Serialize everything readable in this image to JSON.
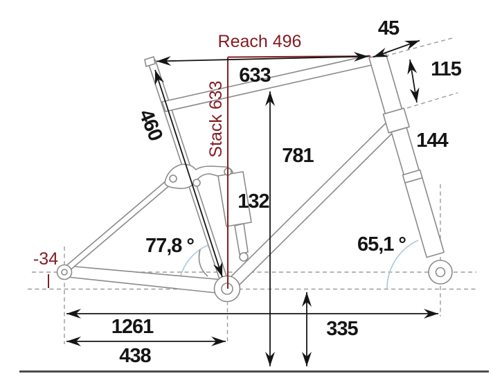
{
  "diagram": {
    "type": "bike-frame-geometry-drawing",
    "colors": {
      "accent_red": "#841d22",
      "dimension_black": "#151515",
      "frame_gray": "#8a8a8a",
      "dash_gray": "#9b9b9b",
      "angle_arc_blue": "#afcada",
      "ground_gray": "#4c4c4c"
    },
    "labels": {
      "reach": "Reach 496",
      "stack": "Stack 633",
      "top_tube": "633",
      "seat_tube": "460",
      "head_spacer": "45",
      "head_tube": "115",
      "fork": "144",
      "standover": "781",
      "shock": "132",
      "seat_angle": "77,8 °",
      "head_angle": "65,1 °",
      "bb_drop": "-34",
      "wheelbase": "1261",
      "chainstay": "438",
      "bb_height": "335"
    }
  }
}
